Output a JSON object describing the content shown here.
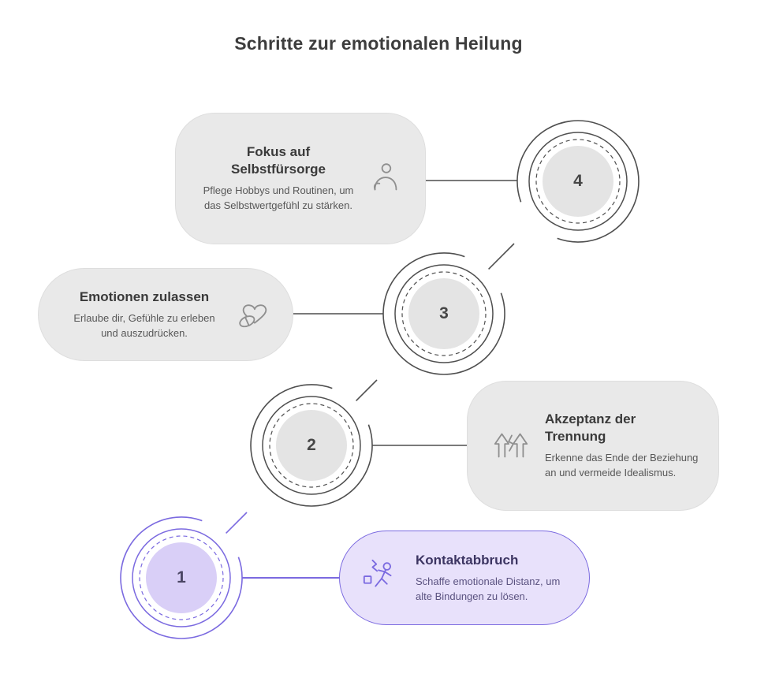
{
  "title": "Schritte zur emotionalen Heilung",
  "colors": {
    "accent": "#7b6ae0",
    "accent_fill": "#e8e1fb",
    "accent_circle_fill": "#d9cff7",
    "gray_line": "#4f4f4f",
    "gray_card_fill": "#e9e9e9",
    "gray_circle_fill": "#e4e4e4",
    "title_color": "#3d3d3d",
    "icon_gray": "#8f8f8f"
  },
  "steps": [
    {
      "number": "1",
      "title": "Kontaktabbruch",
      "description": "Schaffe emotionale Distanz, um alte Bindungen zu lösen.",
      "icon": "no-contact-icon",
      "variant": "highlighted-purple"
    },
    {
      "number": "2",
      "title": "Akzeptanz der Trennung",
      "description": "Erkenne das Ende der Beziehung an und vermeide Idealismus.",
      "icon": "broken-bond-icon",
      "variant": "gray"
    },
    {
      "number": "3",
      "title": "Emotionen zulassen",
      "description": "Erlaube dir, Gefühle zu erleben und auszudrücken.",
      "icon": "heart-pill-icon",
      "variant": "gray"
    },
    {
      "number": "4",
      "title": "Fokus auf Selbstfürsorge",
      "description": "Pflege Hobbys und Routinen, um das Selbstwertgefühl zu stärken.",
      "icon": "self-care-icon",
      "variant": "gray"
    }
  ]
}
